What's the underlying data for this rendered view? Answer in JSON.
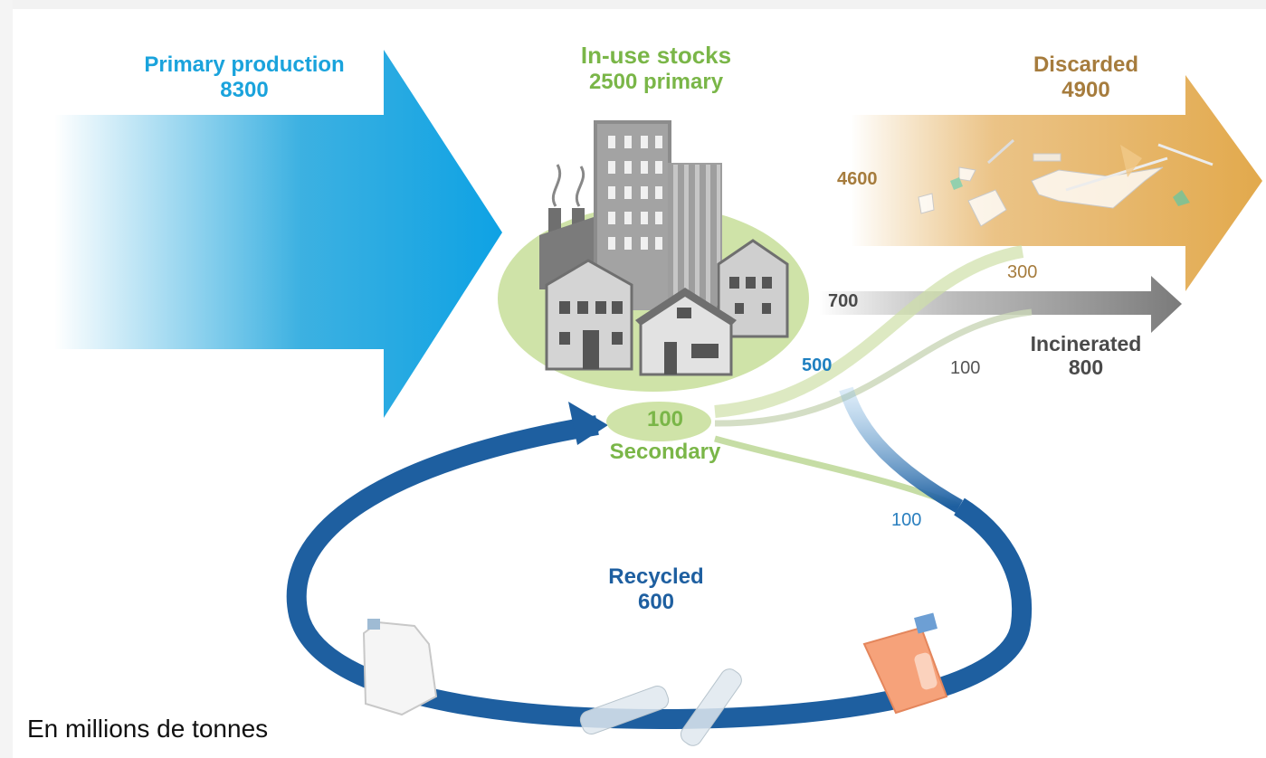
{
  "diagram": {
    "primary_production": {
      "title": "Primary production",
      "value": "8300"
    },
    "in_use_stocks": {
      "title": "In-use stocks",
      "value": "2500 primary"
    },
    "discarded": {
      "title": "Discarded",
      "value": "4900",
      "direct_value": "4600",
      "from_secondary": "300"
    },
    "incinerated": {
      "title": "Incinerated",
      "value": "800",
      "direct_value": "700",
      "from_secondary": "100"
    },
    "secondary": {
      "value": "100",
      "label": "Secondary"
    },
    "recycled": {
      "title": "Recycled",
      "value": "600",
      "from_primary": "500",
      "from_secondary": "100"
    },
    "unit_note": "En millions de tonnes",
    "colors": {
      "primary": "#1aa3dc",
      "in_use": "#7ab648",
      "discarded": "#e2ac54",
      "incinerated": "#808080",
      "recycled": "#1e5fa0"
    }
  }
}
